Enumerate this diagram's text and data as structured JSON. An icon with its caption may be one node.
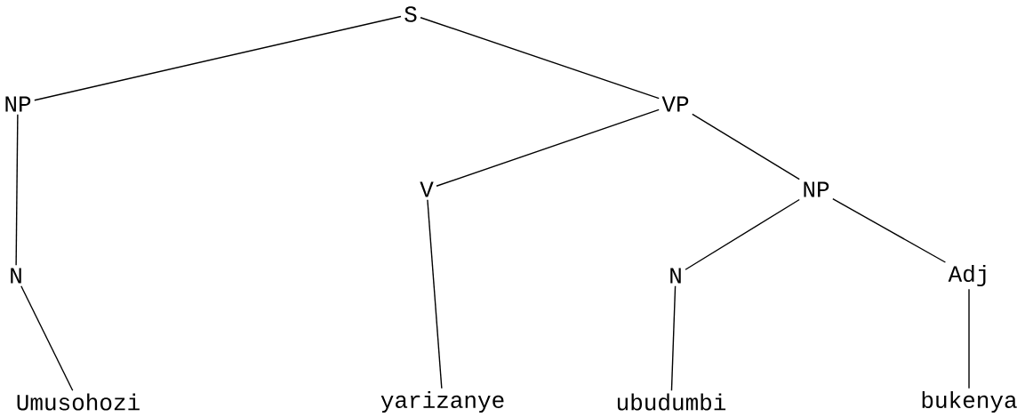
{
  "diagram": {
    "nodes": [
      {
        "text": [
          "S"
        ]
      },
      {
        "text": [
          "NP"
        ]
      },
      {
        "text": [
          "VP"
        ]
      },
      {
        "text": [
          "N"
        ]
      },
      {
        "text": [
          "V"
        ]
      },
      {
        "text": [
          "NP"
        ]
      },
      {
        "text": [
          "N"
        ]
      },
      {
        "text": [
          "Adj"
        ]
      },
      {
        "text": [
          "Umusohozi"
        ]
      },
      {
        "text": [
          "yarizanye"
        ]
      },
      {
        "text": [
          "ubudumbi"
        ]
      },
      {
        "text": [
          "bukenya"
        ]
      }
    ],
    "edges": [
      {
        "from": 0,
        "to": 1,
        "arrow": "none"
      },
      {
        "from": 0,
        "to": 2,
        "arrow": "none"
      },
      {
        "from": 1,
        "to": 3,
        "arrow": "none"
      },
      {
        "from": 2,
        "to": 4,
        "arrow": "none"
      },
      {
        "from": 2,
        "to": 5,
        "arrow": "none"
      },
      {
        "from": 3,
        "to": 8,
        "arrow": "none"
      },
      {
        "from": 4,
        "to": 9,
        "arrow": "none"
      },
      {
        "from": 5,
        "to": 6,
        "arrow": "none"
      },
      {
        "from": 5,
        "to": 7,
        "arrow": "none"
      },
      {
        "from": 6,
        "to": 10,
        "arrow": "none"
      },
      {
        "from": 7,
        "to": 11,
        "arrow": "none"
      }
    ]
  }
}
